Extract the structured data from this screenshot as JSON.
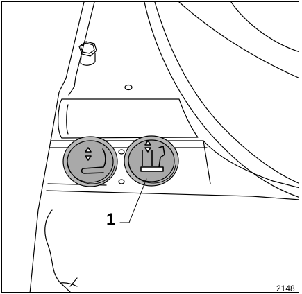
{
  "figure": {
    "callouts": [
      {
        "id": "1",
        "text": "1"
      }
    ],
    "figure_number": "2148"
  },
  "colors": {
    "line": "#000000",
    "knob_fill": "#b9b9b9",
    "knob_inner": "#a9a9a9",
    "background": "#ffffff"
  },
  "icons": [
    "seat-tilt-icon",
    "seat-height-icon"
  ]
}
